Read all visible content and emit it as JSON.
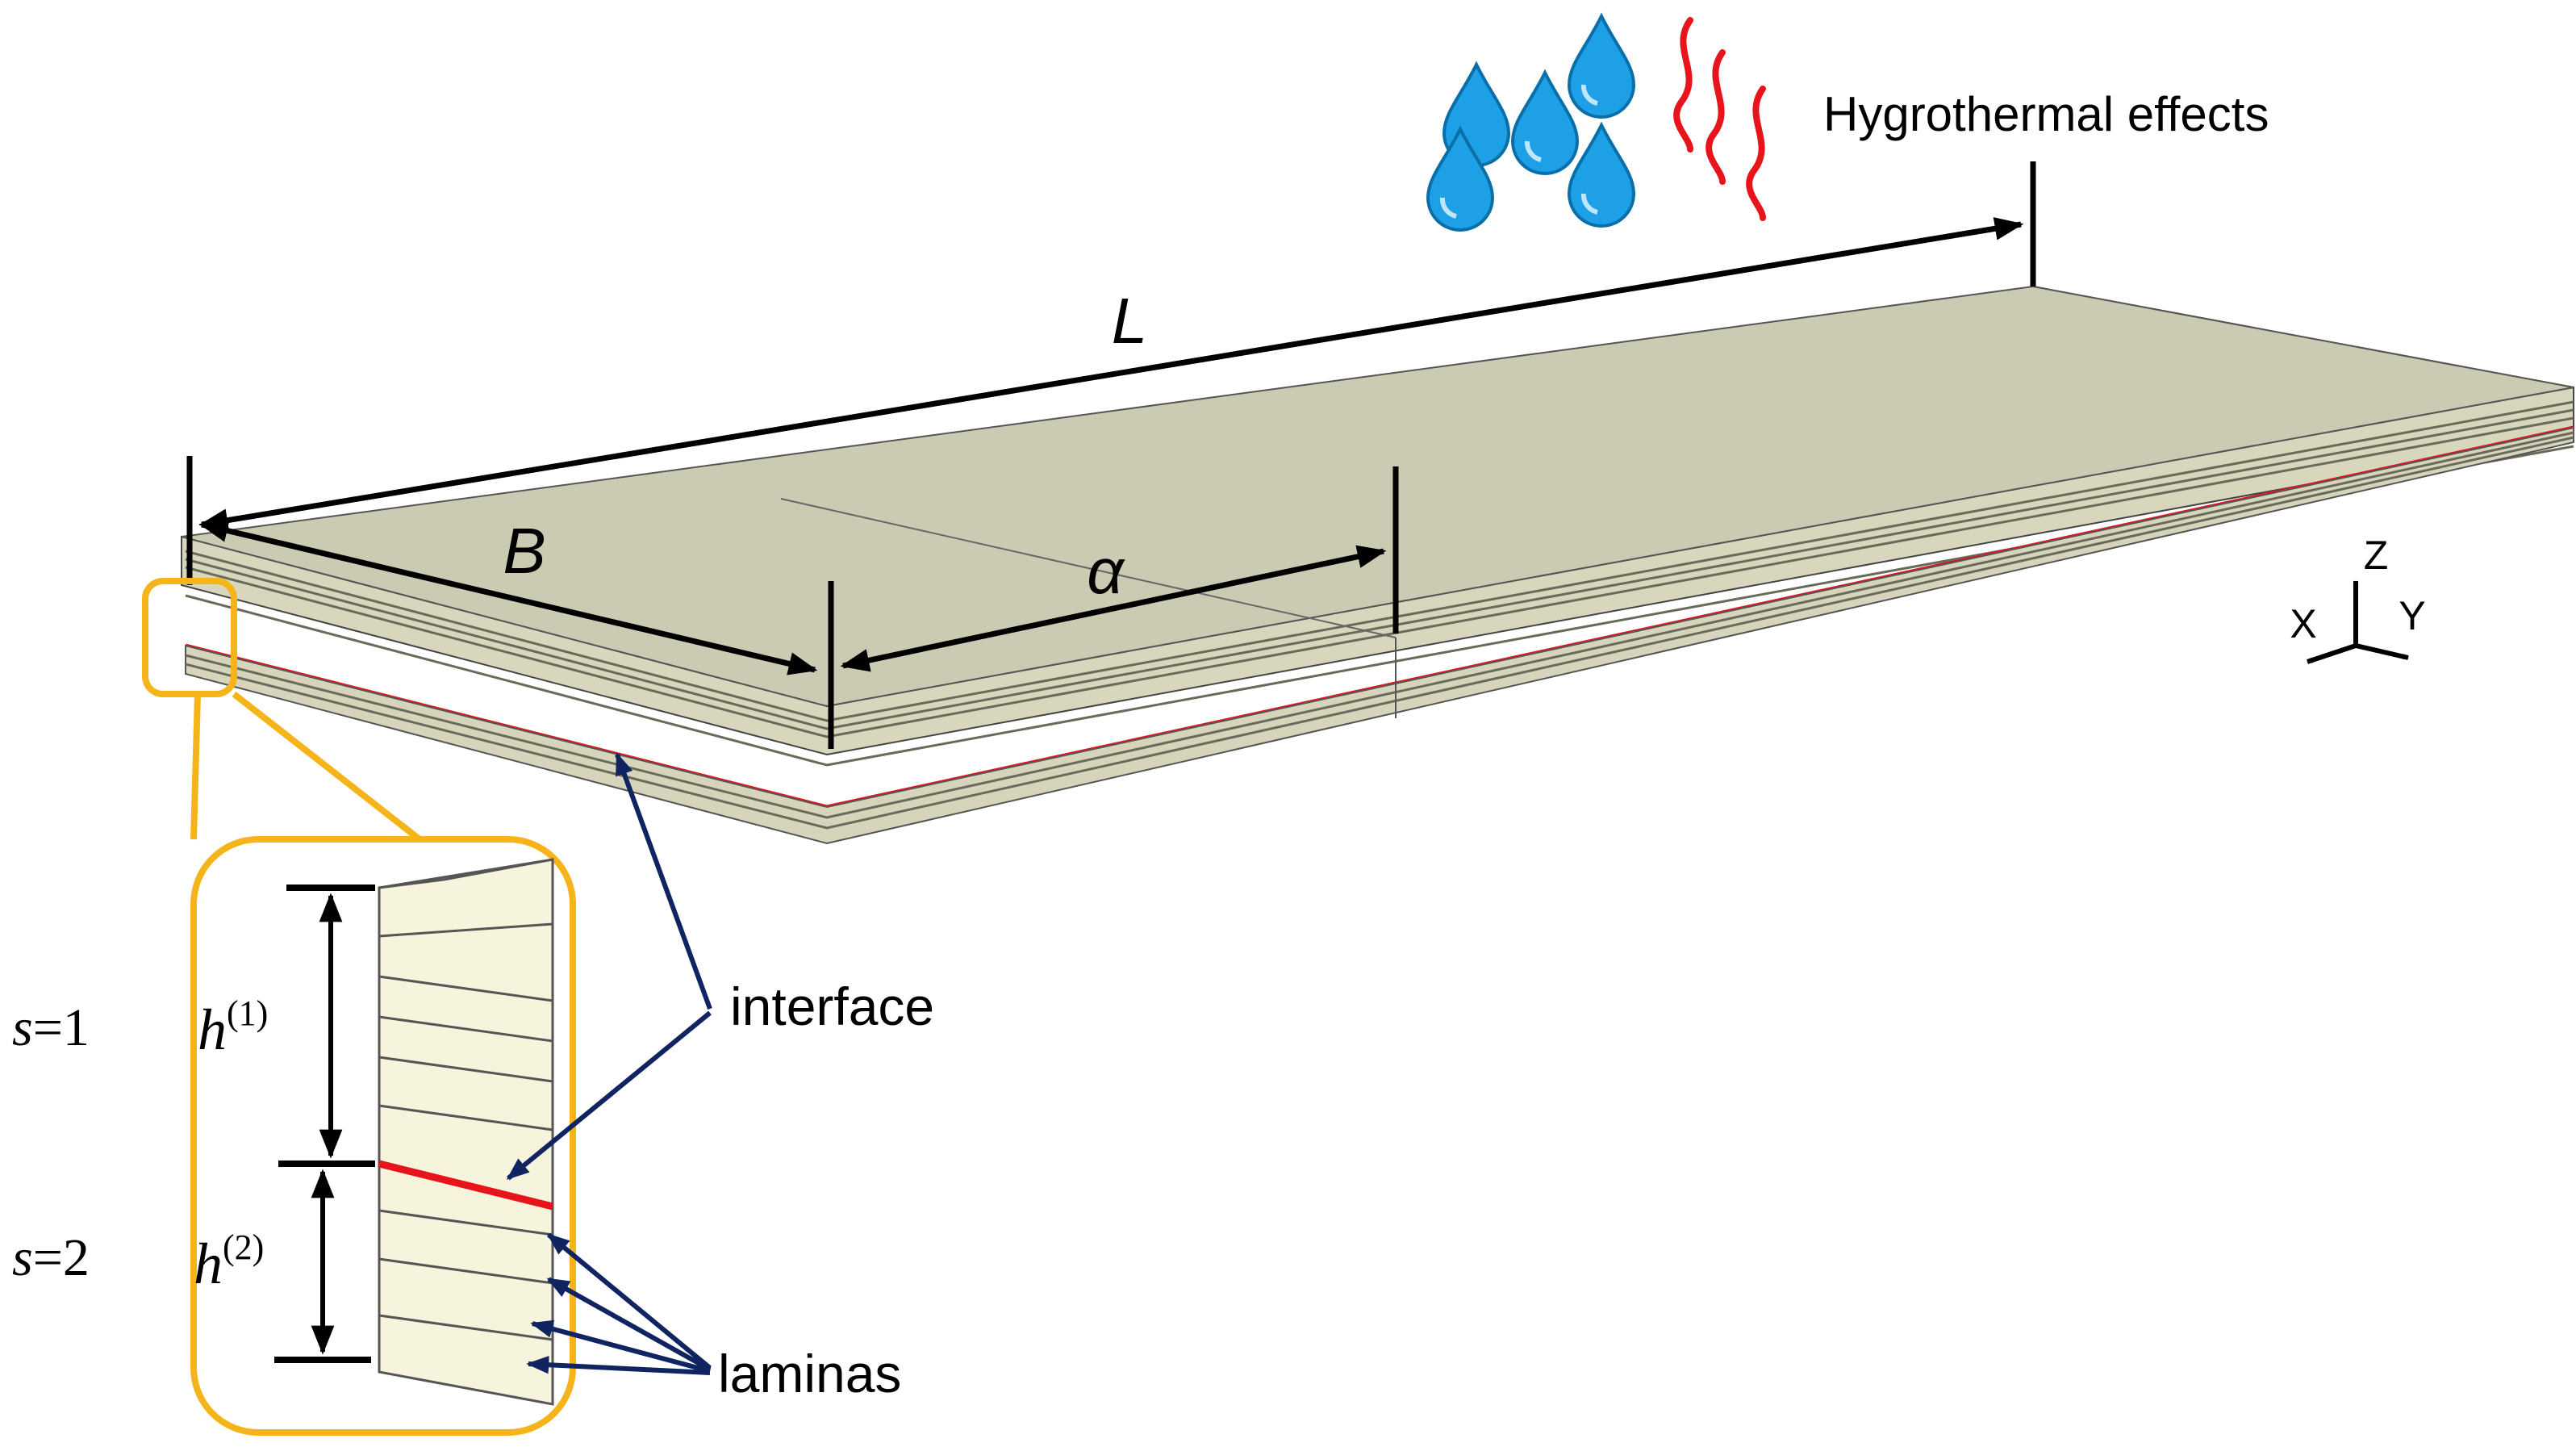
{
  "labels": {
    "hygrothermal": "Hygrothermal effects",
    "length": "L",
    "width": "B",
    "alpha": "α",
    "interface": "interface",
    "laminas": "laminas"
  },
  "axes": {
    "z": "Z",
    "x": "X",
    "y": "Y"
  },
  "sublaminates": [
    {
      "s_label": "s",
      "s_eq": "=1",
      "h": "h",
      "h_sup": "(1)"
    },
    {
      "s_label": "s",
      "s_eq": "=2",
      "h": "h",
      "h_sup": "(2)"
    }
  ],
  "colors": {
    "plate_top": "#cbcab3",
    "plate_front": "#e9e8c9",
    "plate_layer": "#a9a894",
    "interface_line": "#e8141c",
    "callout_frame": "#f4b41a",
    "inset_fill": "#f6f4dc",
    "leader_arrow": "#0f2460",
    "droplet": "#1ea0e6",
    "heat_wave": "#e8141c"
  },
  "icons": [
    "water-droplet-icon",
    "heat-wave-icon",
    "axis-triad-icon"
  ]
}
